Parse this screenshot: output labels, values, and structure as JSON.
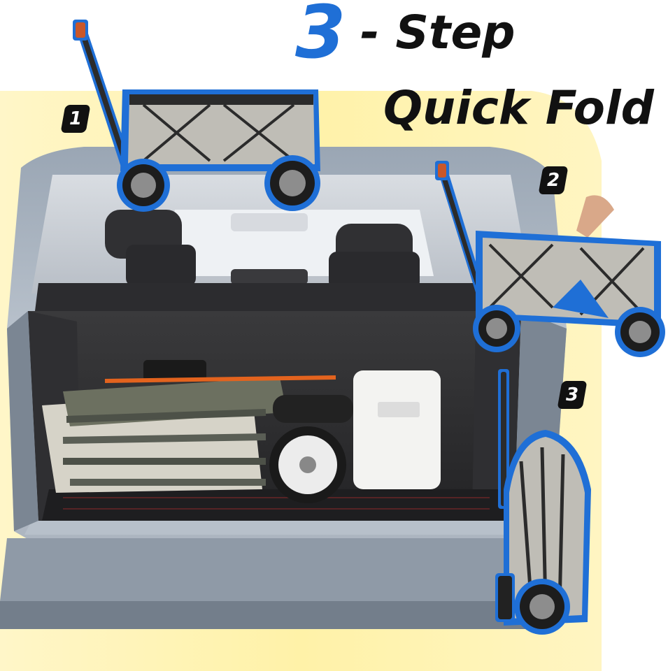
{
  "headline": {
    "number": "3",
    "top_text": "- Step",
    "bottom_text": "Quick Fold"
  },
  "steps": [
    {
      "label": "1"
    },
    {
      "label": "2"
    },
    {
      "label": "3"
    }
  ],
  "colors": {
    "accent_blue": "#1f6fd6",
    "highlight_yellow": "#fff2a8",
    "text_black": "#111111"
  },
  "icons": {
    "wagon_open": "wagon-open-icon",
    "wagon_half_folded": "wagon-half-folded-icon",
    "wagon_folded": "wagon-folded-icon",
    "car_trunk": "car-trunk-icon"
  }
}
